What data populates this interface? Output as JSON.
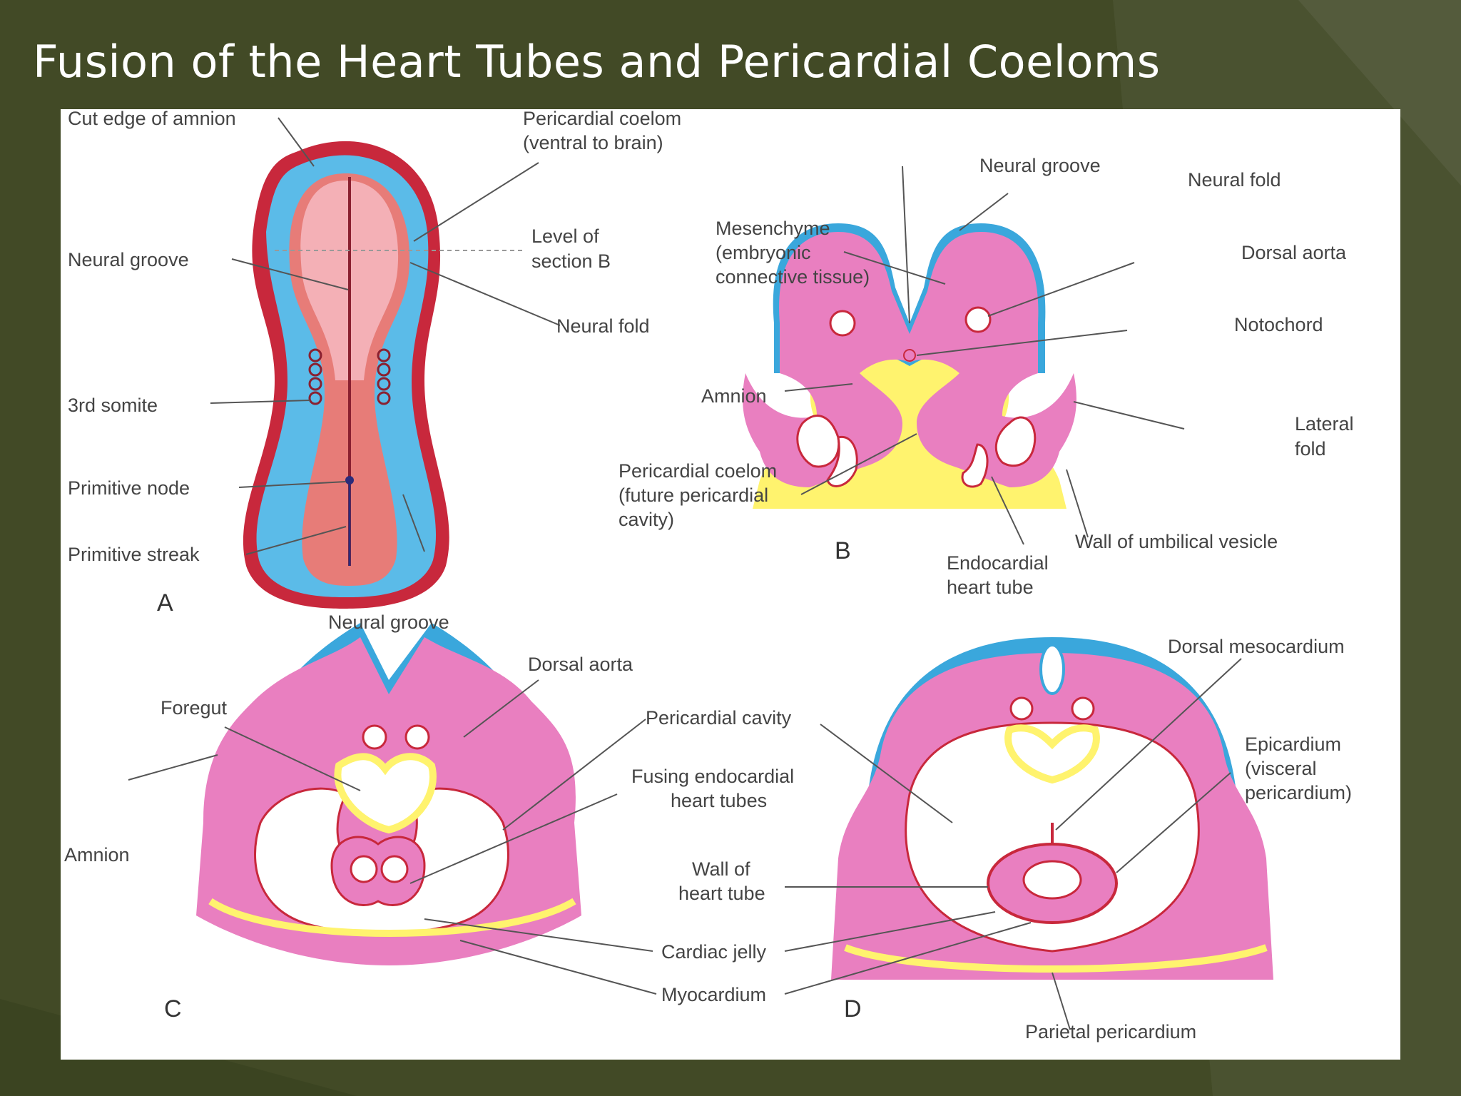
{
  "slide": {
    "title": "Fusion of the Heart Tubes and Pericardial Coeloms"
  },
  "colors": {
    "background": "#424a26",
    "panel": "#ffffff",
    "ectoderm_blue": "#3aa7dc",
    "mesoderm_pink": "#e97fc0",
    "endoderm_yellow": "#fff36e",
    "heart_red": "#c8283c"
  },
  "figure": {
    "panels": {
      "a": "A",
      "b": "B",
      "c": "C",
      "d": "D"
    },
    "labels_a": {
      "cut_edge": "Cut edge of amnion",
      "pericardial_coelom_1": "Pericardial coelom",
      "pericardial_coelom_2": "(ventral to brain)",
      "level_1": "Level of",
      "level_2": "section B",
      "neural_groove": "Neural groove",
      "neural_fold": "Neural fold",
      "somite": "3rd somite",
      "primitive_node": "Primitive node",
      "primitive_streak": "Primitive streak"
    },
    "labels_b": {
      "neural_groove": "Neural groove",
      "neural_fold": "Neural fold",
      "mesenchyme_1": "Mesenchyme",
      "mesenchyme_2": "(embryonic",
      "mesenchyme_3": "connective tissue)",
      "dorsal_aorta": "Dorsal aorta",
      "notochord": "Notochord",
      "amnion": "Amnion",
      "lateral_1": "Lateral",
      "lateral_2": "fold",
      "pericardial_1": "Pericardial coelom",
      "pericardial_2": "(future pericardial",
      "pericardial_3": "cavity)",
      "umbilical": "Wall of umbilical vesicle",
      "endocardial_1": "Endocardial",
      "endocardial_2": "heart tube"
    },
    "labels_c": {
      "neural_groove": "Neural groove",
      "dorsal_aorta": "Dorsal aorta",
      "foregut": "Foregut",
      "pericardial_cavity": "Pericardial cavity",
      "fusing_1": "Fusing endocardial",
      "fusing_2": "heart tubes",
      "amnion": "Amnion"
    },
    "labels_d": {
      "dorsal_mesocardium": "Dorsal mesocardium",
      "epicardium_1": "Epicardium",
      "epicardium_2": "(visceral",
      "epicardium_3": "pericardium)",
      "wall_1": "Wall of",
      "wall_2": "heart tube",
      "cardiac_jelly": "Cardiac jelly",
      "myocardium": "Myocardium",
      "parietal": "Parietal pericardium"
    }
  }
}
